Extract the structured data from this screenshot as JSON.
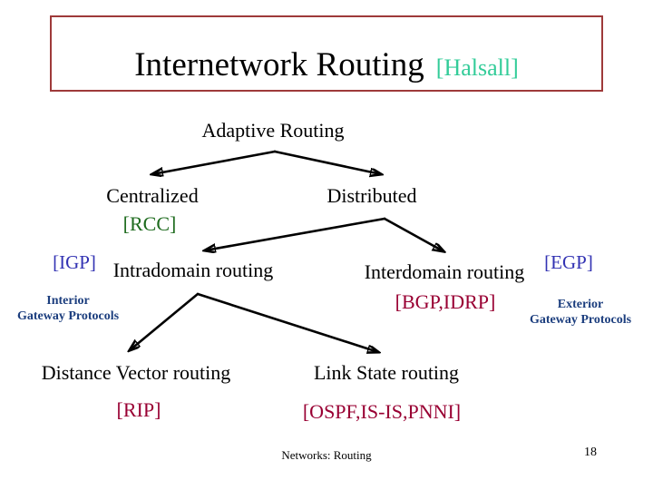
{
  "slide": {
    "title": {
      "main": "Internetwork Routing",
      "attribution": "[Halsall]"
    },
    "level1": {
      "root": "Adaptive Routing"
    },
    "level2": {
      "centralized": "Centralized",
      "centralized_tag": "[RCC]",
      "distributed": "Distributed"
    },
    "level3": {
      "igp_tag": "[IGP]",
      "intradomain": "Intradomain routing",
      "interior_note_line1": "Interior",
      "interior_note_line2": "Gateway Protocols",
      "interdomain": "Interdomain routing",
      "egp_tag": "[EGP]",
      "interdomain_tag": "[BGP,IDRP]",
      "exterior_note_line1": "Exterior",
      "exterior_note_line2": "Gateway Protocols"
    },
    "level4": {
      "distance_vector": "Distance Vector routing",
      "distance_vector_tag": "[RIP]",
      "link_state": "Link State routing",
      "link_state_tag": "[OSPF,IS-IS,PNNI]"
    },
    "footer": {
      "label": "Networks: Routing",
      "page_number": "18"
    },
    "colors": {
      "attribution_teal": "#33cc99",
      "title_border_red": "#9e3a3a",
      "rcc_green": "#1e6b1e",
      "tag_blue": "#3333b3",
      "protocol_maroon": "#990033",
      "gateway_navy": "#1c3e7e",
      "arrow_black": "#000000"
    }
  }
}
